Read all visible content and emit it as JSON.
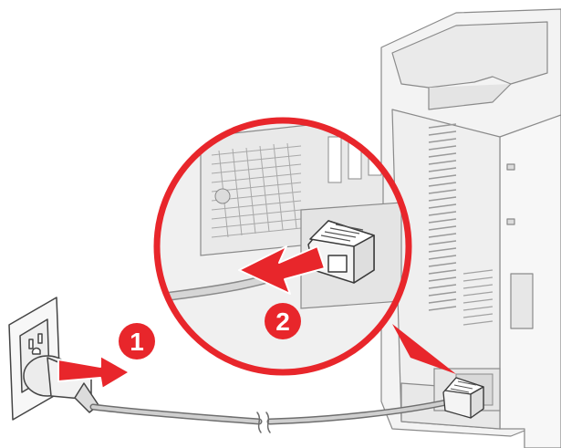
{
  "diagram": {
    "steps": [
      {
        "number": "1",
        "action": "unplug-from-wall-outlet"
      },
      {
        "number": "2",
        "action": "unplug-from-printer"
      }
    ],
    "colors": {
      "accent": "#e8262b",
      "line": "#7d7d7d",
      "printer_fill": "#f2f2f2",
      "cable": "#bdbdbd"
    },
    "icons": [
      "wall-outlet-icon",
      "power-plug-icon",
      "printer-icon",
      "arrow-icon",
      "zoom-circle-icon"
    ]
  }
}
